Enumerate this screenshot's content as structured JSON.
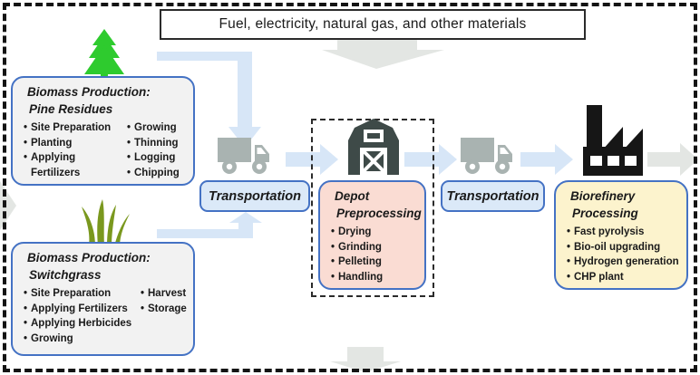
{
  "header": {
    "label": "Fuel, electricity, natural gas, and other materials"
  },
  "pine": {
    "title_lines": [
      "Biomass Production:",
      "Pine Residues"
    ],
    "col1": [
      "Site Preparation",
      "Planting",
      "Applying Fertilizers"
    ],
    "col2": [
      "Growing",
      "Thinning",
      "Logging",
      "Chipping"
    ]
  },
  "switchgrass": {
    "title_lines": [
      "Biomass Production:",
      "Switchgrass"
    ],
    "col1": [
      "Site Preparation",
      "Applying Fertilizers",
      "Applying Herbicides",
      "Growing"
    ],
    "col2": [
      "Harvest",
      "Storage"
    ]
  },
  "transport1": {
    "label": "Transportation"
  },
  "transport2": {
    "label": "Transportation"
  },
  "depot": {
    "title_lines": [
      "Depot",
      "Preprocessing"
    ],
    "items": [
      "Drying",
      "Grinding",
      "Pelleting",
      "Handling"
    ]
  },
  "biorefinery": {
    "title_lines": [
      "Biorefinery",
      "Processing"
    ],
    "items": [
      "Fast pyrolysis",
      "Bio-oil upgrading",
      "Hydrogen generation",
      "CHP plant"
    ]
  },
  "icons": {
    "pine_tree": "pine-tree-icon",
    "switchgrass": "grass-icon",
    "truck": "truck-icon",
    "barn": "barn-icon",
    "factory": "factory-icon"
  },
  "colors": {
    "box_border_blue": "#4472c4",
    "light_blue_fill": "#dbe9f8",
    "light_blue_arrow": "#d7e6f7",
    "gray_arrow": "#e3e6e3",
    "panel_gray": "#f2f2f2",
    "depot_pink": "#fadcd3",
    "biorefinery_yellow": "#fcf3cd",
    "truck_gray": "#a9b3b1",
    "barn_dark": "#3e4a48",
    "factory_black": "#161616",
    "pine_green": "#2ecb2e",
    "grass_olive": "#7a981e"
  }
}
